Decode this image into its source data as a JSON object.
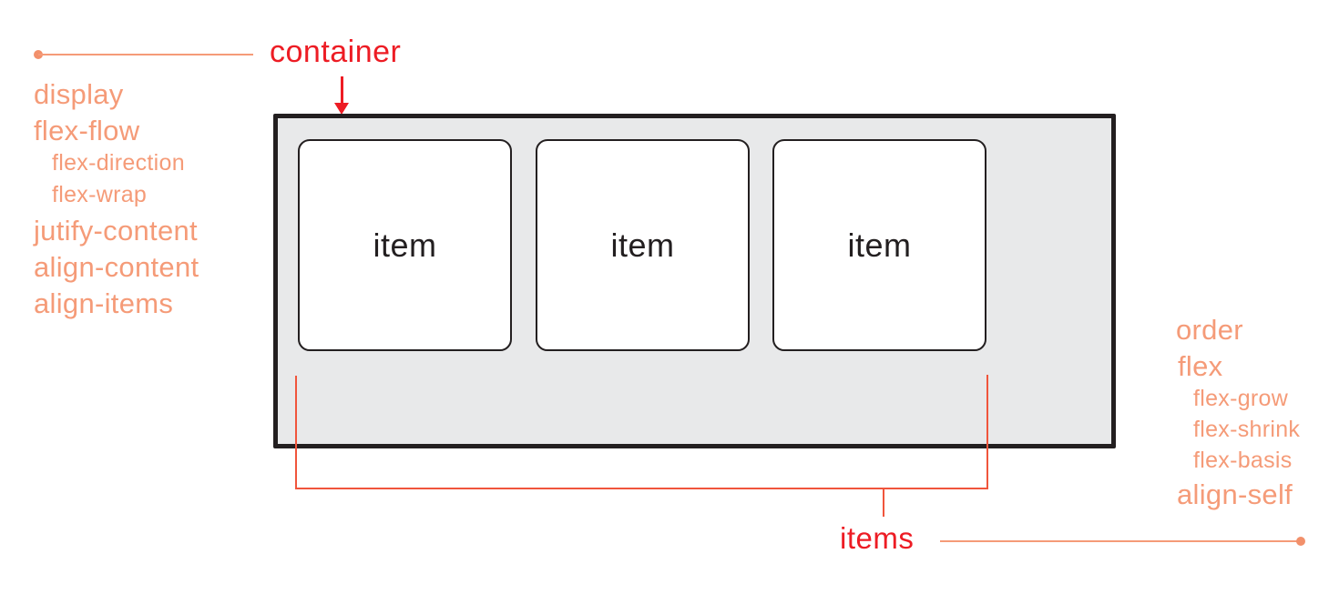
{
  "diagram": {
    "title_hint": "CSS flexbox container vs items properties diagram",
    "container_label": "container",
    "items_label": "items",
    "item_boxes": [
      {
        "label": "item"
      },
      {
        "label": "item"
      },
      {
        "label": "item"
      }
    ],
    "container_properties": [
      {
        "label": "display",
        "indent": false
      },
      {
        "label": "flex-flow",
        "indent": false
      },
      {
        "label": "flex-direction",
        "indent": true
      },
      {
        "label": "flex-wrap",
        "indent": true
      },
      {
        "label": "jutify-content",
        "indent": false
      },
      {
        "label": "align-content",
        "indent": false
      },
      {
        "label": "align-items",
        "indent": false
      }
    ],
    "item_properties": [
      {
        "label": "order",
        "indent": false
      },
      {
        "label": "flex",
        "indent": false
      },
      {
        "label": "flex-grow",
        "indent": true
      },
      {
        "label": "flex-shrink",
        "indent": true
      },
      {
        "label": "flex-basis",
        "indent": true
      },
      {
        "label": "align-self",
        "indent": false
      }
    ],
    "colors": {
      "salmon_text": "#f59b78",
      "salmon_dot": "#f2906b",
      "red_label": "#ed1c24",
      "bracket": "#f0553c",
      "container_fill": "#e8e9ea",
      "outline": "#231f20",
      "item_fill": "#ffffff"
    }
  }
}
